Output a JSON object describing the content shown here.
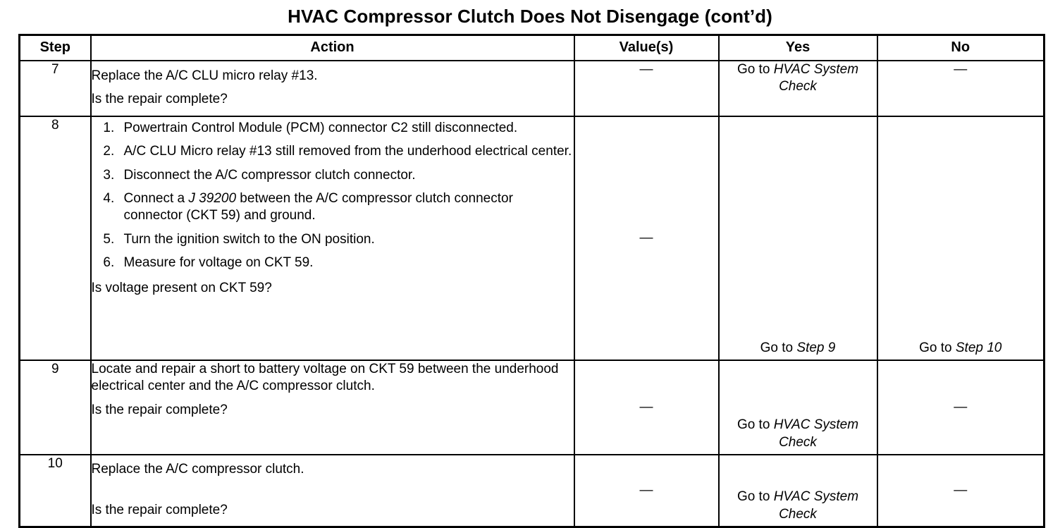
{
  "document": {
    "title": "HVAC Compressor Clutch Does Not Disengage  (cont’d)"
  },
  "table": {
    "headers": {
      "step": "Step",
      "action": "Action",
      "value": "Value(s)",
      "yes": "Yes",
      "no": "No"
    },
    "rows": [
      {
        "step": "7",
        "action_lines": [
          "Replace the A/C CLU micro relay #13.",
          "Is the repair complete?"
        ],
        "value": "—",
        "yes_prefix": "Go to ",
        "yes_italic": "HVAC System Check",
        "no": "—"
      },
      {
        "step": "8",
        "list": [
          {
            "text_before": "Powertrain Control Module (PCM) connector C2 still disconnected.",
            "italic": "",
            "text_after": ""
          },
          {
            "text_before": "A/C CLU Micro relay #13 still removed from the underhood electrical center.",
            "italic": "",
            "text_after": ""
          },
          {
            "text_before": "Disconnect the A/C compressor clutch connector.",
            "italic": "",
            "text_after": ""
          },
          {
            "text_before": "Connect a ",
            "italic": "J 39200",
            "text_after": " between the A/C compressor clutch connector connector (CKT 59) and ground."
          },
          {
            "text_before": "Turn the ignition switch to the ON position.",
            "italic": "",
            "text_after": ""
          },
          {
            "text_before": "Measure for voltage on CKT 59.",
            "italic": "",
            "text_after": ""
          }
        ],
        "question": "Is voltage present on CKT 59?",
        "value": "—",
        "yes_prefix": "Go to ",
        "yes_italic": "Step 9",
        "no_prefix": "Go to ",
        "no_italic": "Step 10"
      },
      {
        "step": "9",
        "action_lines": [
          "Locate and repair a short to battery voltage on CKT 59 between the underhood electrical center and the A/C compressor clutch.",
          "Is the repair complete?"
        ],
        "value": "—",
        "yes_prefix": "Go to ",
        "yes_italic": "HVAC System Check",
        "no": "—"
      },
      {
        "step": "10",
        "action_lines": [
          "Replace the A/C compressor clutch.",
          "Is the repair complete?"
        ],
        "value": "—",
        "yes_prefix": "Go to ",
        "yes_italic": "HVAC System Check",
        "no": "—"
      }
    ]
  },
  "colors": {
    "ink": "#000000",
    "paper": "#ffffff"
  }
}
